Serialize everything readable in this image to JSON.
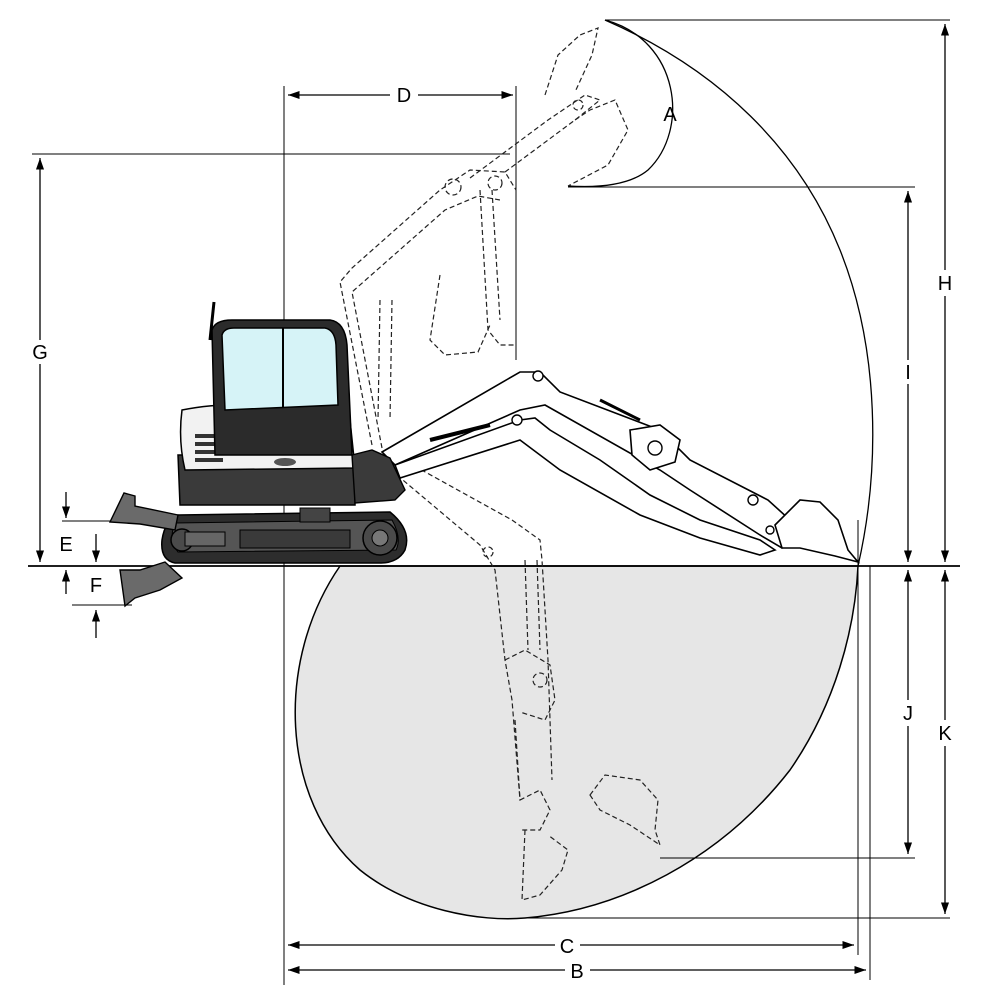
{
  "dimension_labels": {
    "A": "A",
    "B": "B",
    "C": "C",
    "D": "D",
    "E": "E",
    "F": "F",
    "G": "G",
    "H": "H",
    "I": "I",
    "J": "J",
    "K": "K"
  },
  "colors": {
    "dig_zone_fill": "#e6e6e6",
    "cab_glass": "#d6f3f7",
    "body_dark": "#3a3a3a",
    "body_light": "#f2f2f2"
  }
}
